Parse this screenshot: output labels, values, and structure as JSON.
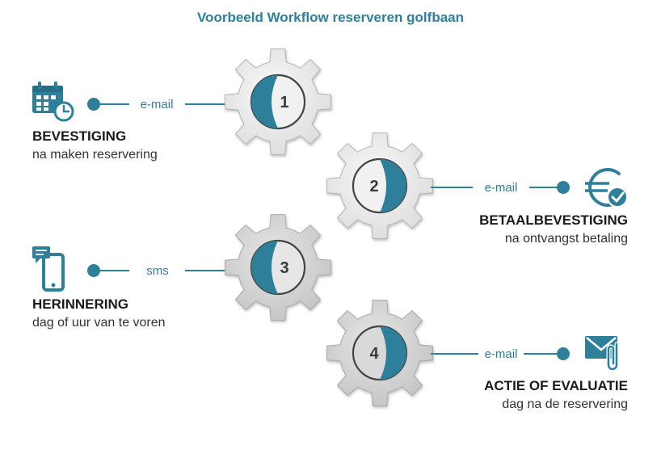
{
  "title": "Voorbeeld Workflow reserveren golfbaan",
  "colors": {
    "accent": "#2e7f9a",
    "gear_light": "#ededed",
    "gear_mid": "#d2d2d2",
    "gear_stroke": "#b3b3b3",
    "text": "#1a1a1a"
  },
  "steps": [
    {
      "number": "1",
      "channel": "e-mail",
      "heading": "BEVESTIGING",
      "subtext": "na maken reservering",
      "icon": "calendar-clock-icon",
      "side": "left"
    },
    {
      "number": "2",
      "channel": "e-mail",
      "heading": "BETAALBEVESTIGING",
      "subtext": "na ontvangst betaling",
      "icon": "euro-check-icon",
      "side": "right"
    },
    {
      "number": "3",
      "channel": "sms",
      "heading": "HERINNERING",
      "subtext": "dag of uur van te voren",
      "icon": "smartphone-message-icon",
      "side": "left"
    },
    {
      "number": "4",
      "channel": "e-mail",
      "heading": "ACTIE OF EVALUATIE",
      "subtext": "dag na de reservering",
      "icon": "envelope-attachment-icon",
      "side": "right"
    }
  ]
}
